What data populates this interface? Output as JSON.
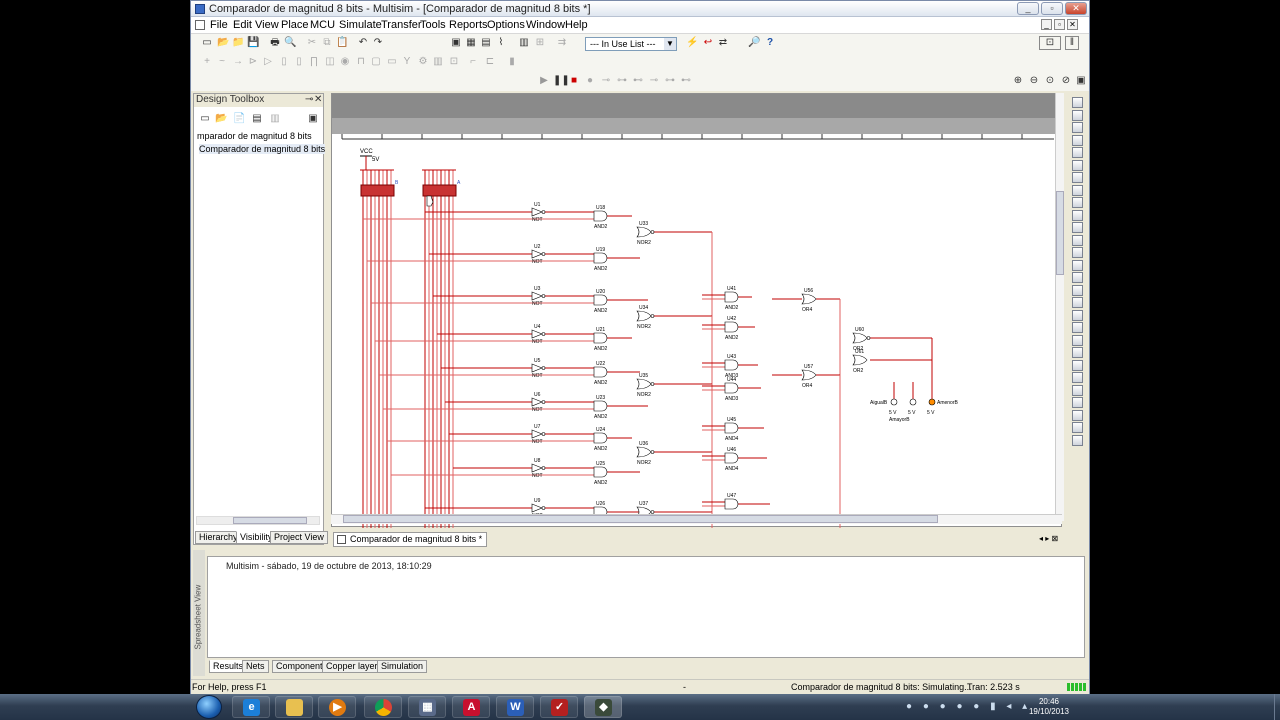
{
  "window": {
    "title": "Comparador de magnitud 8 bits - Multisim - [Comparador de magnitud 8 bits *]"
  },
  "menu": [
    "File",
    "Edit",
    "View",
    "Place",
    "MCU",
    "Simulate",
    "Transfer",
    "Tools",
    "Reports",
    "Options",
    "Window",
    "Help"
  ],
  "toolbar": {
    "in_use_list": "--- In Use List ---"
  },
  "design_toolbox": {
    "title": "Design Toolbox",
    "tree": [
      "mparador de magnitud 8 bits",
      "Comparador de magnitud 8 bits"
    ],
    "tabs": [
      "Hierarchy",
      "Visibility",
      "Project View"
    ]
  },
  "canvas": {
    "doc_tab": "Comparador de magnitud 8 bits *",
    "vcc_label": "VCC",
    "vcc_value": "5V",
    "not_gates": [
      "U1",
      "U2",
      "U3",
      "U4",
      "U5",
      "U6",
      "U7",
      "U8",
      "U9"
    ],
    "not_type": "NOT",
    "and_gates": [
      "U18",
      "U19",
      "U20",
      "U21",
      "U22",
      "U23",
      "U24",
      "U25",
      "U26"
    ],
    "and_type": "AND2",
    "nor_gates": [
      "U33",
      "U34",
      "U35",
      "U36",
      "U37"
    ],
    "nor_type": "NOR2",
    "and_mid": [
      {
        "ref": "U41",
        "type": "AND2"
      },
      {
        "ref": "U42",
        "type": "AND2"
      },
      {
        "ref": "U43",
        "type": "AND3"
      },
      {
        "ref": "U44",
        "type": "AND3"
      },
      {
        "ref": "U45",
        "type": "AND4"
      },
      {
        "ref": "U46",
        "type": "AND4"
      },
      {
        "ref": "U47",
        "type": ""
      }
    ],
    "or_gates": [
      {
        "ref": "U56",
        "type": "OR4"
      },
      {
        "ref": "U57",
        "type": "OR4"
      }
    ],
    "final_gates": [
      {
        "ref": "U60",
        "type": "OR2"
      },
      {
        "ref": "U61",
        "type": "OR2"
      }
    ],
    "outputs": [
      {
        "label": "AigualB",
        "voltage": "5 V",
        "on": false
      },
      {
        "label": "AmayorB",
        "voltage": "5 V",
        "on": false
      },
      {
        "label": "AmenorB",
        "voltage": "5 V",
        "on": true
      }
    ]
  },
  "spreadsheet": {
    "side_label": "Spreadsheet View",
    "message": "Multisim  -  sábado, 19 de octubre de 2013, 18:10:29",
    "tabs": [
      "Results",
      "Nets",
      "Components",
      "Copper layers",
      "Simulation"
    ]
  },
  "status": {
    "help": "For Help, press F1",
    "dash": "-",
    "sim": "Comparador de magnitud 8 bits: Simulating...",
    "tran": "Tran: 2.523 s"
  },
  "taskbar": {
    "time": "20:46",
    "date": "19/10/2013"
  },
  "colors": {
    "wire": "#c00000",
    "wire_light": "#e06060",
    "led_on": "#ff8c00"
  }
}
